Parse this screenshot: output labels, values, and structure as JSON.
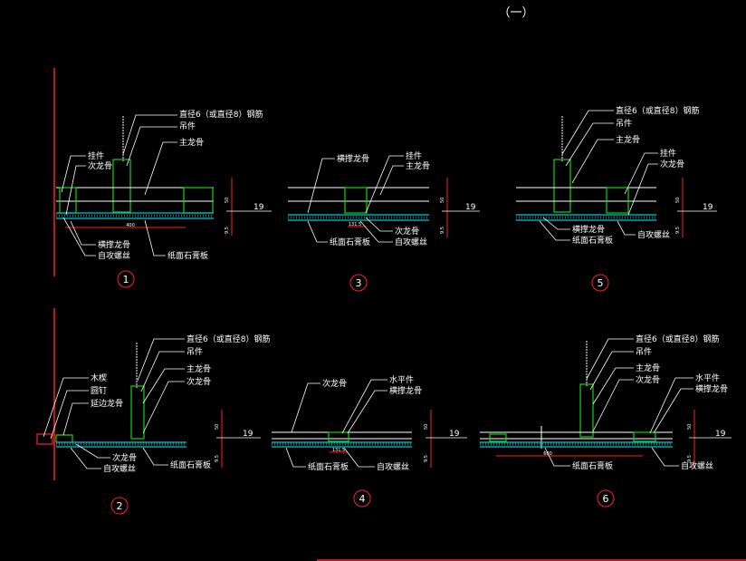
{
  "title": "（一）",
  "labels": {
    "rebar": "直径6（或直径8）钢筋",
    "hanger": "吊件",
    "main_keel": "主龙骨",
    "pendant": "挂件",
    "secondary_keel": "次龙骨",
    "brace_keel": "横撑龙骨",
    "screw": "自攻螺丝",
    "gypsum_board": "纸面石膏板",
    "wood_block": "木楔",
    "nail": "圆钉",
    "edge_keel": "延边龙骨",
    "horizontal_part": "水平件"
  },
  "dims": {
    "d400": "400",
    "d600": "600",
    "d19": "19",
    "d50": "50",
    "d95": "9.5",
    "d1315": "131.5"
  },
  "circles": [
    "1",
    "2",
    "3",
    "4",
    "5",
    "6"
  ],
  "colors": {
    "background": "#000000",
    "cyan": "#00c8d0",
    "green": "#14d214",
    "red": "#ff2020",
    "white": "#ffffff"
  }
}
